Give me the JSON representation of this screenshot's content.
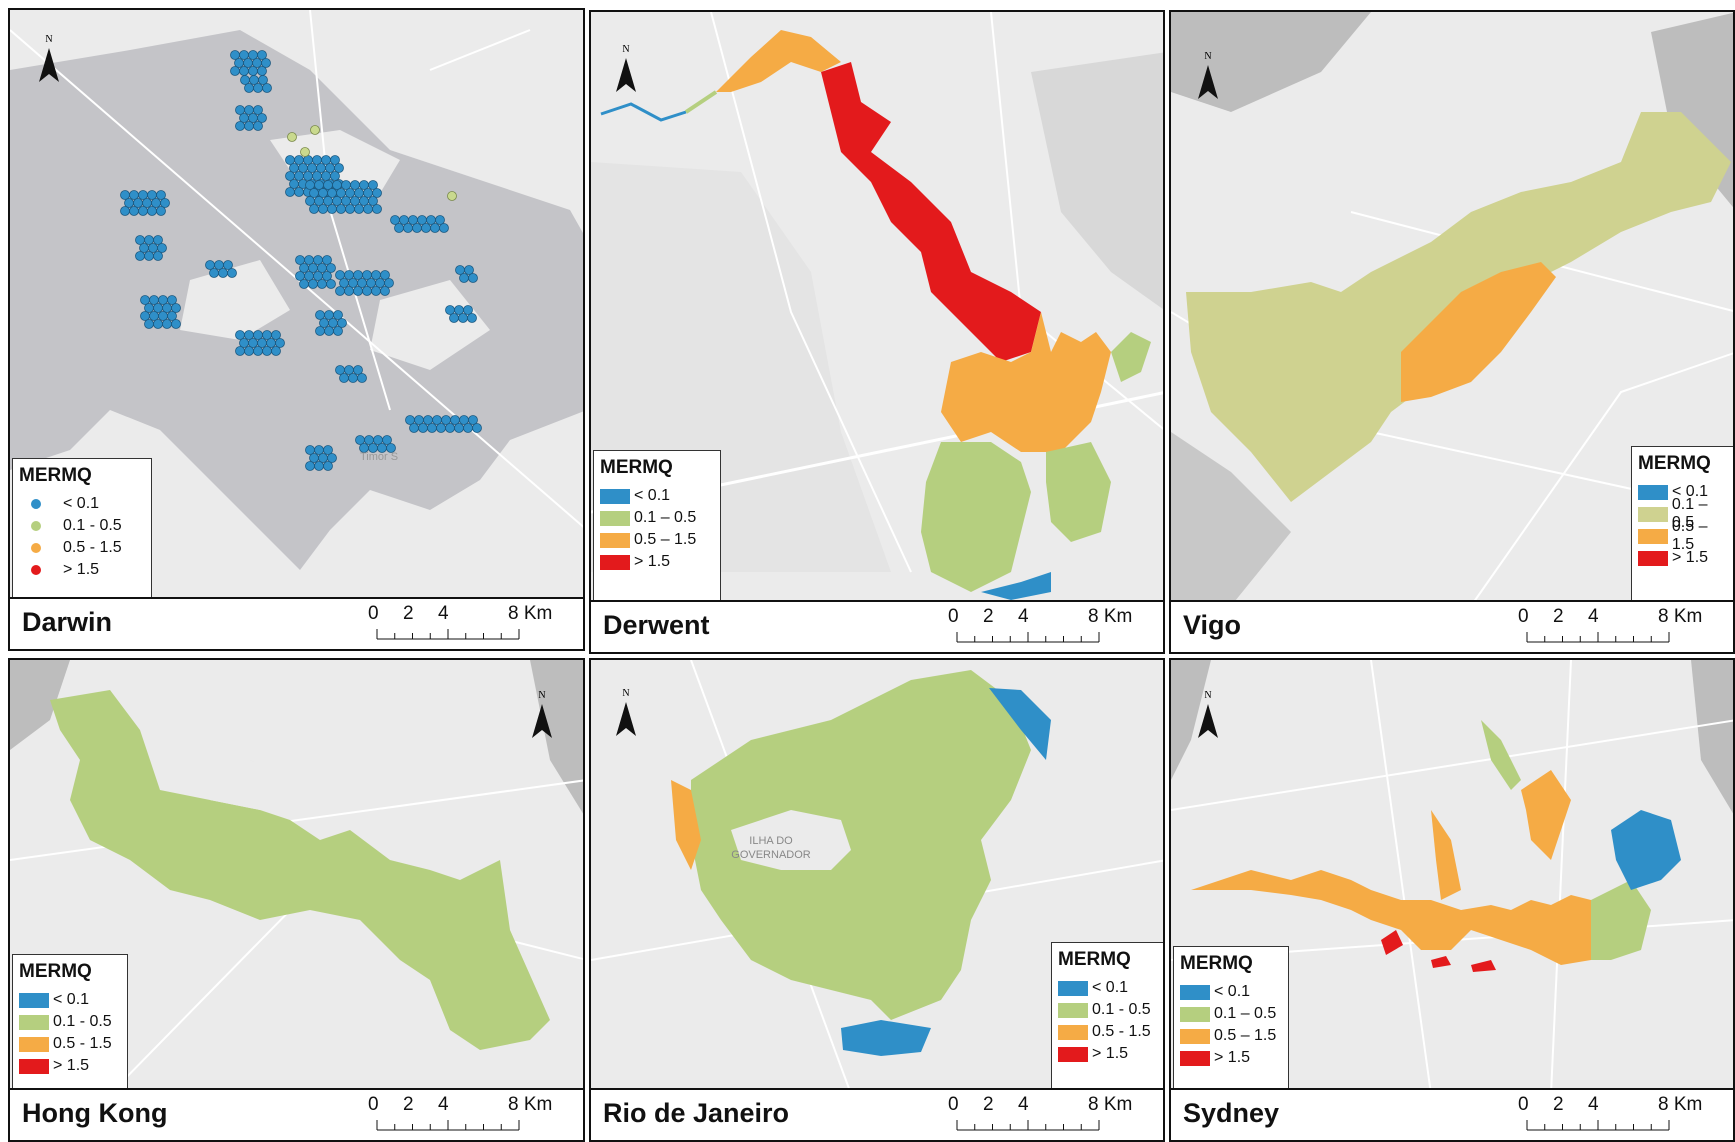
{
  "legend": {
    "title": "MERMQ",
    "classes": [
      {
        "label": "< 0.1",
        "color": "#2f8fc8"
      },
      {
        "label": "0.1 - 0.5",
        "color": "#b5cf7f"
      },
      {
        "label": "0.5 - 1.5",
        "color": "#f5ab45"
      },
      {
        "label": "> 1.5",
        "color": "#e31a1c"
      }
    ],
    "classes_dash": [
      "< 0.1",
      "0.1 – 0.5",
      "0.5 – 1.5",
      "> 1.5"
    ]
  },
  "north_label": "N",
  "scale_labels": [
    "0",
    "2",
    "4",
    "8 Km"
  ],
  "panels": [
    {
      "name": "Darwin"
    },
    {
      "name": "Derwent"
    },
    {
      "name": "Vigo"
    },
    {
      "name": "Hong Kong"
    },
    {
      "name": "Rio de Janeiro"
    },
    {
      "name": "Sydney"
    }
  ],
  "map_labels": {
    "darwin_water": "Timor S",
    "rio_island_1": "ILHA DO",
    "rio_island_2": "GOVERNADOR"
  },
  "colors": {
    "land": "#ebebeb",
    "water": "#c4c4c8",
    "road": "#ffffff"
  }
}
